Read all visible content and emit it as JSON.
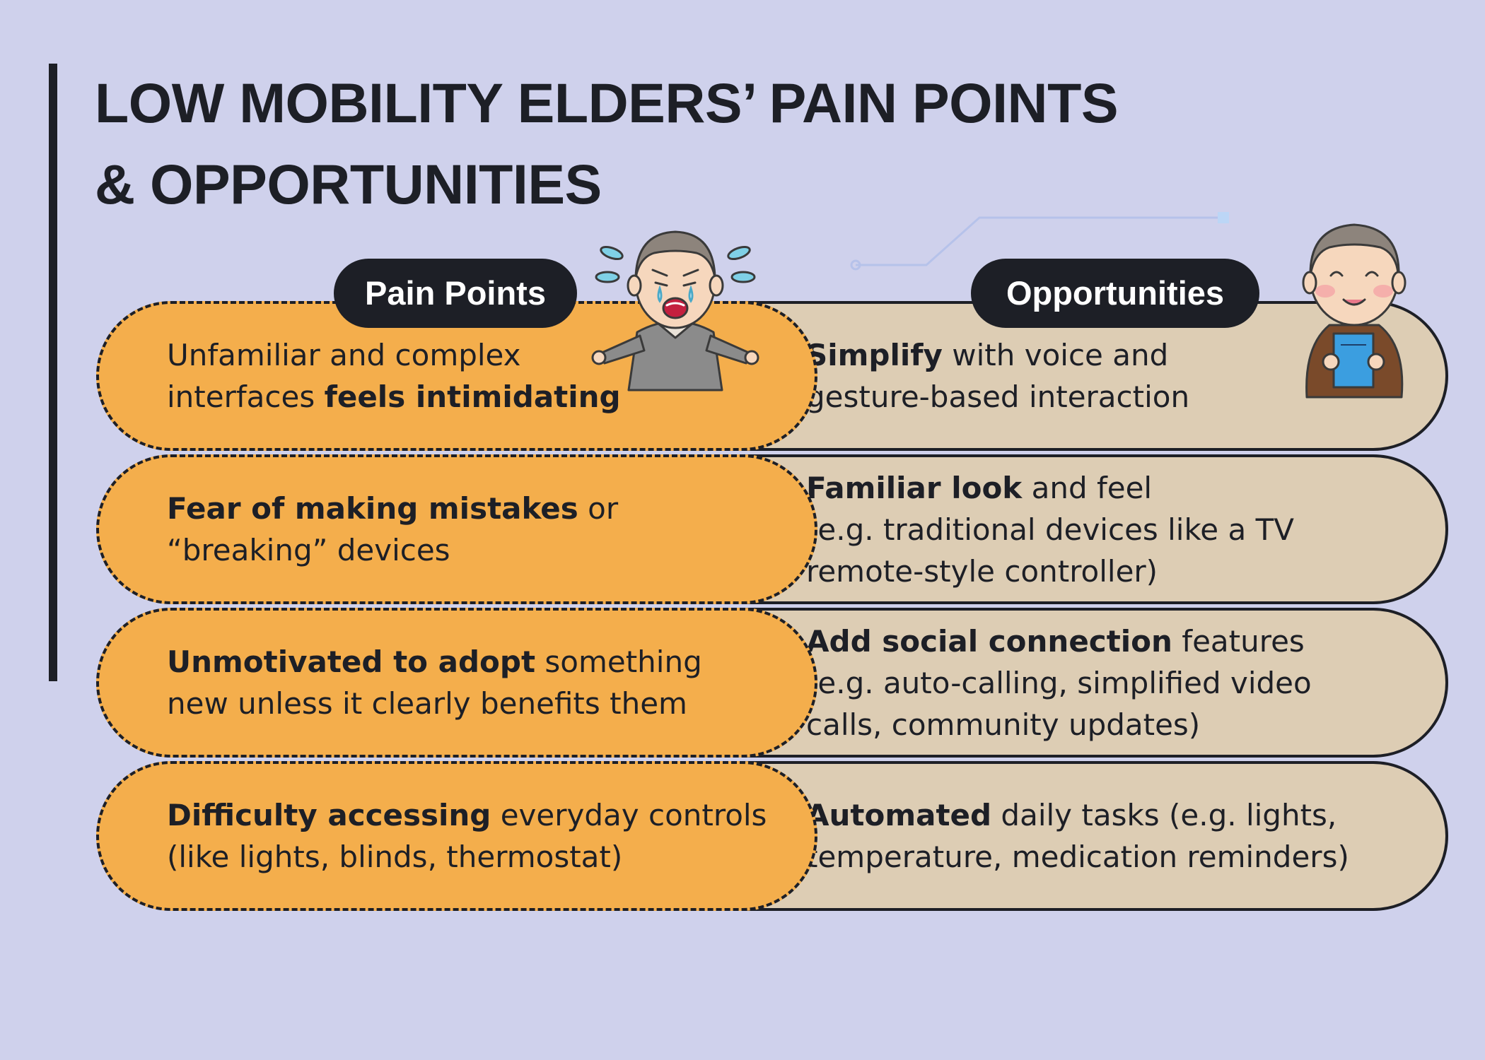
{
  "title": {
    "line1": "LOW MOBILITY ELDERS’ PAIN POINTS",
    "line2": "& OPPORTUNITIES"
  },
  "headers": {
    "pain_points": "Pain Points",
    "opportunities": "Opportunities"
  },
  "colors": {
    "background": "#cfd1ec",
    "pain_fill": "#f4ae4c",
    "opportunity_fill": "#ddcdb4",
    "dark": "#1d1f26"
  },
  "icons": {
    "pain": "crying-elder-illustration",
    "opportunity": "smiling-elder-holding-book-illustration"
  },
  "rows": [
    {
      "pain": {
        "lines": [
          [
            {
              "text": "Unfamiliar and complex",
              "bold": false
            }
          ],
          [
            {
              "text": "interfaces ",
              "bold": false
            },
            {
              "text": "feels intimidating",
              "bold": true
            }
          ]
        ]
      },
      "opportunity": {
        "lines": [
          [
            {
              "text": "Simplify",
              "bold": true
            },
            {
              "text": " with voice and",
              "bold": false
            }
          ],
          [
            {
              "text": "gesture-based interaction",
              "bold": false
            }
          ]
        ]
      }
    },
    {
      "pain": {
        "lines": [
          [
            {
              "text": "Fear of making mistakes",
              "bold": true
            },
            {
              "text": " or",
              "bold": false
            }
          ],
          [
            {
              "text": "“breaking” devices",
              "bold": false
            }
          ]
        ]
      },
      "opportunity": {
        "lines": [
          [
            {
              "text": "Familiar look",
              "bold": true
            },
            {
              "text": " and feel",
              "bold": false
            }
          ],
          [
            {
              "text": "(e.g. traditional devices like a TV",
              "bold": false
            }
          ],
          [
            {
              "text": "remote-style controller)",
              "bold": false
            }
          ]
        ]
      }
    },
    {
      "pain": {
        "lines": [
          [
            {
              "text": "Unmotivated to adopt",
              "bold": true
            },
            {
              "text": " something",
              "bold": false
            }
          ],
          [
            {
              "text": "new unless it clearly benefits them",
              "bold": false
            }
          ]
        ]
      },
      "opportunity": {
        "lines": [
          [
            {
              "text": "Add social connection",
              "bold": true
            },
            {
              "text": " features",
              "bold": false
            }
          ],
          [
            {
              "text": "(e.g. auto-calling, simplified video",
              "bold": false
            }
          ],
          [
            {
              "text": "calls, community updates)",
              "bold": false
            }
          ]
        ]
      }
    },
    {
      "pain": {
        "lines": [
          [
            {
              "text": "Difficulty accessing",
              "bold": true
            },
            {
              "text": " everyday controls",
              "bold": false
            }
          ],
          [
            {
              "text": "(like lights, blinds, thermostat)",
              "bold": false
            }
          ]
        ]
      },
      "opportunity": {
        "lines": [
          [
            {
              "text": "Automated",
              "bold": true
            },
            {
              "text": " daily tasks (e.g. lights,",
              "bold": false
            }
          ],
          [
            {
              "text": "temperature, medication reminders)",
              "bold": false
            }
          ]
        ]
      }
    }
  ]
}
